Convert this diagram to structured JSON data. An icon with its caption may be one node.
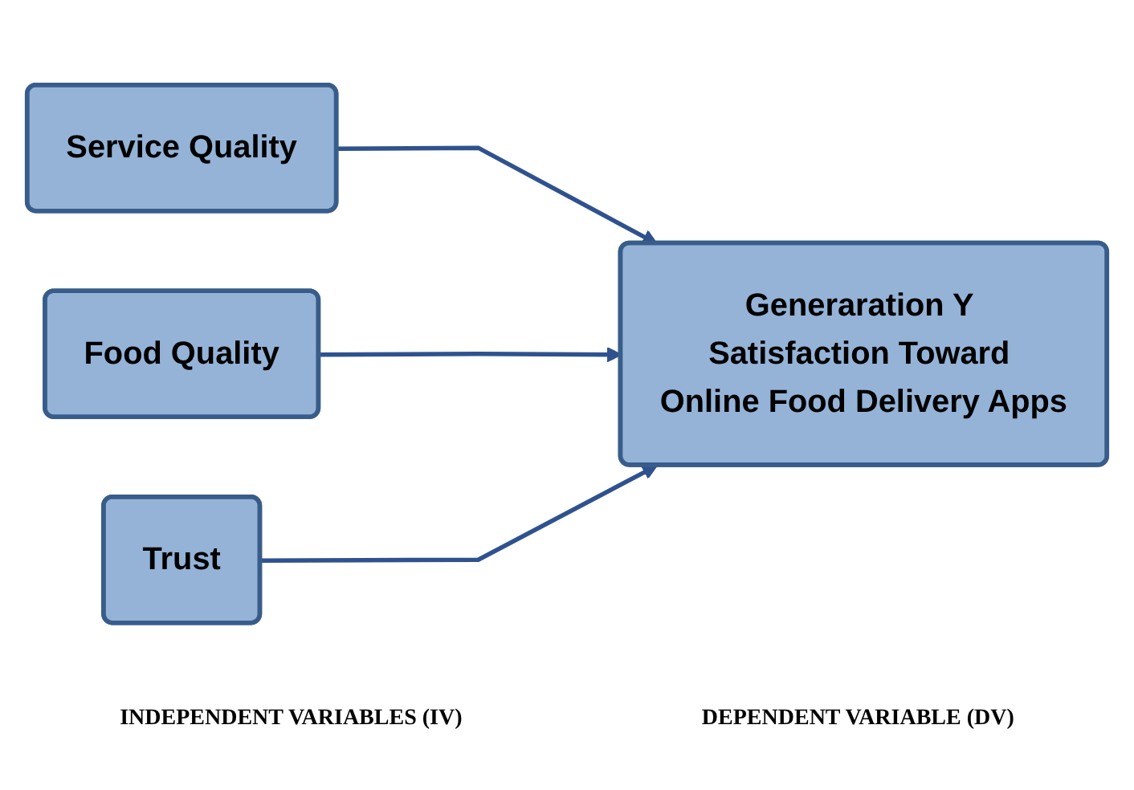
{
  "diagram": {
    "nodes": [
      {
        "text": [
          "Service Quality"
        ]
      },
      {
        "text": [
          "Food Quality"
        ]
      },
      {
        "text": [
          "Trust"
        ]
      },
      {
        "text": [
          "Generaration Y Satisfaction Toward Online Food Delivery Apps"
        ]
      }
    ],
    "edges": [
      {
        "from": 0,
        "to": 3,
        "arrow": "to"
      },
      {
        "from": 1,
        "to": 3,
        "arrow": "to"
      },
      {
        "from": 2,
        "to": 3,
        "arrow": "to"
      }
    ],
    "labels": [
      "INDEPENDENT VARIABLES (IV)",
      "DEPENDENT VARIABLE (DV)"
    ]
  }
}
